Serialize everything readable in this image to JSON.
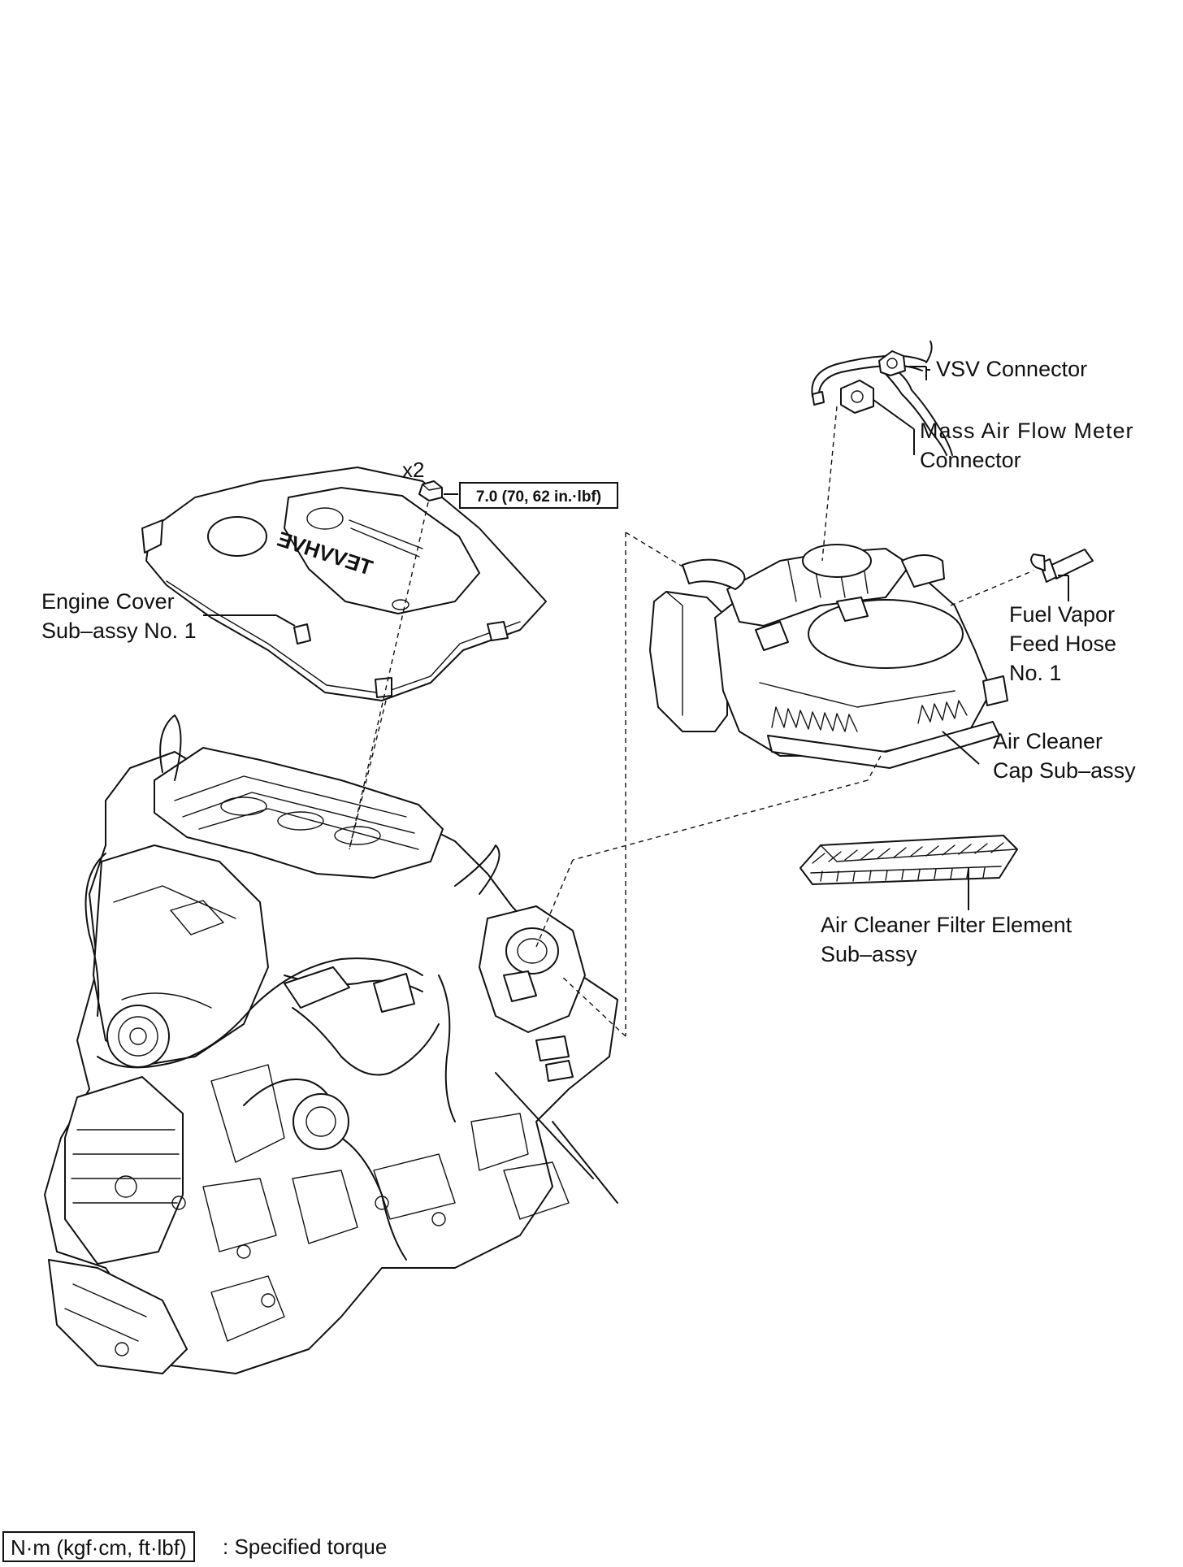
{
  "callouts": {
    "vsv_connector": "VSV Connector",
    "maf_connector_line1": "Mass Air Flow Meter",
    "maf_connector_line2": "Connector",
    "fuel_vapor_line1": "Fuel Vapor",
    "fuel_vapor_line2": "Feed Hose",
    "fuel_vapor_line3": "No. 1",
    "air_cleaner_cap_line1": "Air Cleaner",
    "air_cleaner_cap_line2": "Cap Sub–assy",
    "filter_element_line1": "Air Cleaner Filter Element",
    "filter_element_line2": "Sub–assy",
    "engine_cover_line1": "Engine Cover",
    "engine_cover_line2": "Sub–assy No. 1"
  },
  "fastener": {
    "quantity": "x2",
    "torque": "7.0 (70, 62 in.·lbf)"
  },
  "legend": {
    "units_box": "N·m (kgf·cm, ft·lbf)",
    "meaning": ": Specified torque"
  },
  "cover_emblem": "TEVVHVE"
}
